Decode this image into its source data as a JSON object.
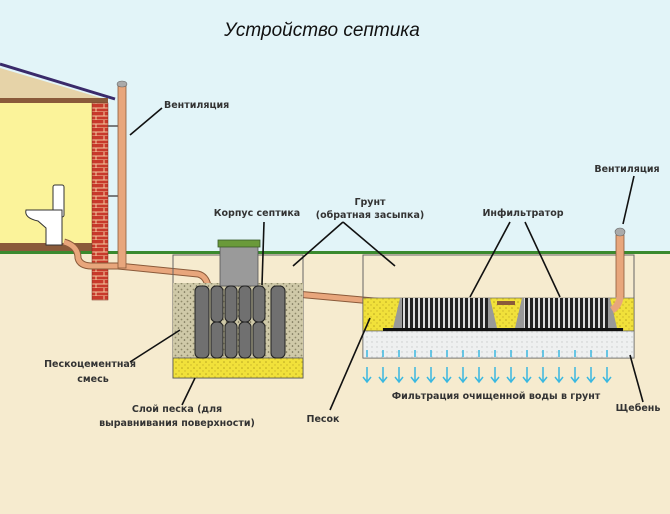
{
  "title": "Устройство септика",
  "labels": {
    "vent_house": "Вентиляция",
    "tank_body": "Корпус септика",
    "soil_1": "Грунт",
    "soil_2": "(обратная засыпка)",
    "infiltrator": "Инфильтратор",
    "vent_field": "Вентиляция",
    "sandcement_1": "Пескоцементная",
    "sandcement_2": "смесь",
    "sandlayer_1": "Слой песка (для",
    "sandlayer_2": "выравнивания  поверхности)",
    "sand": "Песок",
    "filtration": "Фильтрация очищенной воды в грунт",
    "gravel": "Щебень"
  },
  "colors": {
    "sky": "#e2f4f8",
    "ground": "#f6ebcf",
    "grass": "#3a8a2e",
    "wall": "#fbf39a",
    "brick": "#c8392b",
    "pipe": "#e8a67c",
    "tank": "#6f6f6f",
    "sand": "#f1e13a",
    "water": "#3ab8e0"
  }
}
